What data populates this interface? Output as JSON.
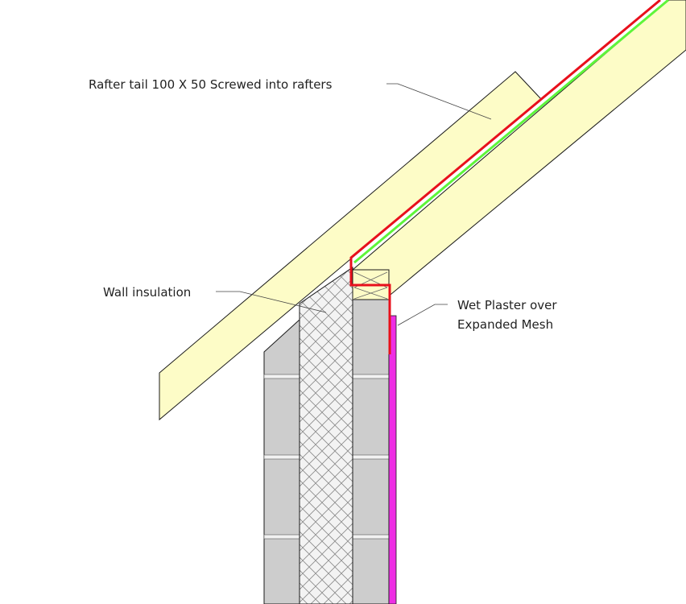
{
  "labels": {
    "rafter_tail": "Rafter tail 100 X 50 Screwed into rafters",
    "wall_insulation": "Wall insulation",
    "plaster_line1": "Wet Plaster over",
    "plaster_line2": "Expanded Mesh"
  },
  "colors": {
    "timber": "#fdfcc7",
    "block": "#cdcdcd",
    "mortar": "#f2f2f2",
    "insulation": "#f3f3f3",
    "hatch": "#8a8a8a",
    "flashing": "#e8101c",
    "underlay": "#5ef53a",
    "plaster": "#ee2ee4",
    "line": "#1a1a1a"
  }
}
